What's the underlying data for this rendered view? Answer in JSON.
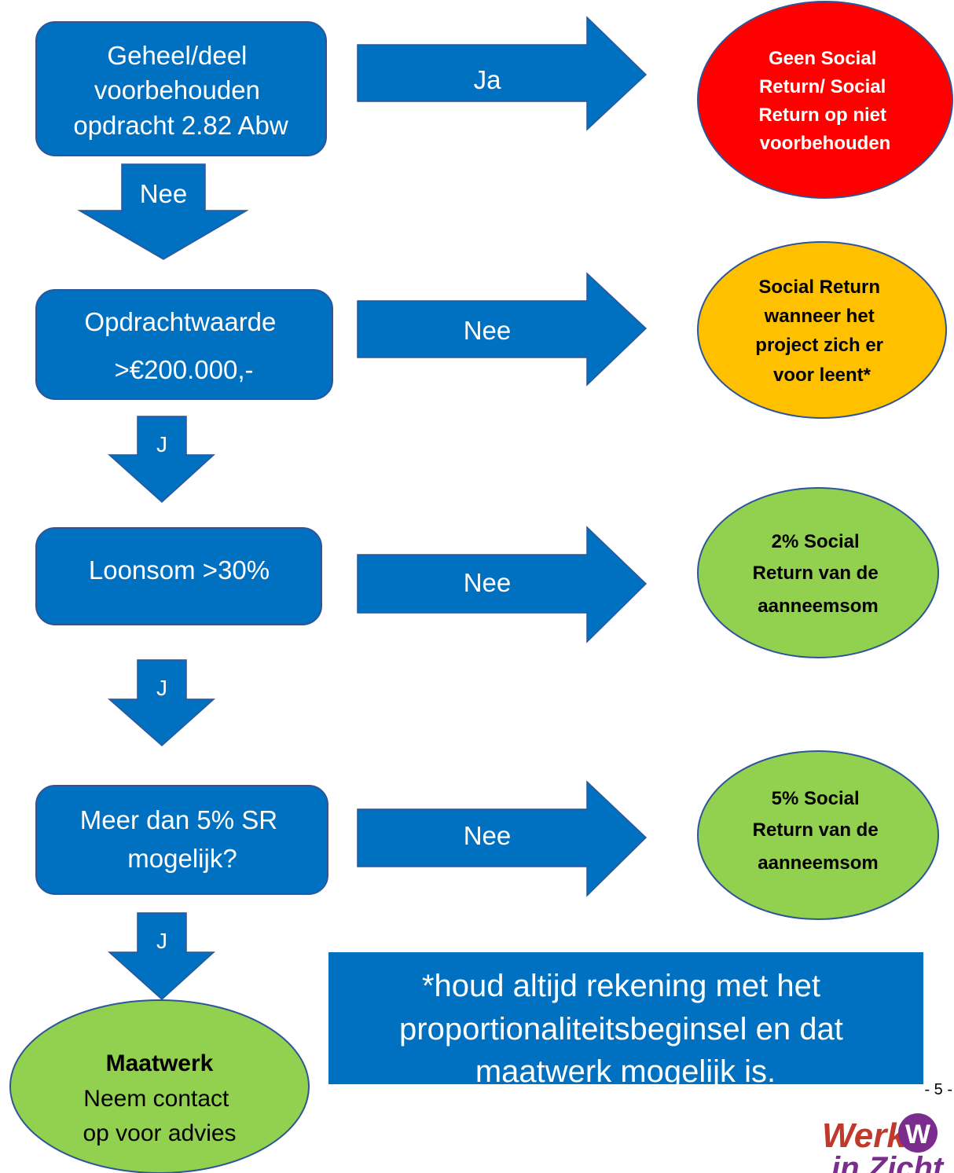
{
  "colors": {
    "blue": "#0070C0",
    "blue_border": "#2E5597",
    "red": "#FF0000",
    "orange": "#FFC000",
    "green": "#92D050",
    "ellipse_border": "#2E5597",
    "white_text": "#FFFFFF",
    "red_text": "#FFFFFF",
    "dark_text": "#000000",
    "logo_red": "#C0392B",
    "logo_purple": "#7B2D8E"
  },
  "steps": [
    {
      "id": "reserved",
      "box_lines": [
        "Geheel/deel",
        "voorbehouden",
        "opdracht 2.82 Abw"
      ],
      "right_arrow_label": "Ja",
      "outcome_lines": [
        "Geen Social",
        "Return/ Social",
        "Return op niet",
        "voorbehouden"
      ],
      "outcome_color": "red",
      "down_arrow_label": "Nee"
    },
    {
      "id": "value",
      "box_lines": [
        "Opdrachtwaarde",
        ">€200.000,-"
      ],
      "right_arrow_label": "Nee",
      "outcome_lines": [
        "Social Return",
        "wanneer het",
        "project zich er",
        "voor leent*"
      ],
      "outcome_color": "orange",
      "down_arrow_label": "J"
    },
    {
      "id": "wages",
      "box_lines": [
        "Loonsom >30%"
      ],
      "right_arrow_label": "Nee",
      "outcome_lines": [
        "2% Social",
        "Return van de",
        "aanneemsom"
      ],
      "outcome_color": "green",
      "down_arrow_label": "J"
    },
    {
      "id": "more-than-5",
      "box_lines": [
        "Meer dan 5% SR",
        "mogelijk?"
      ],
      "right_arrow_label": "Nee",
      "outcome_lines": [
        "5% Social",
        "Return van de",
        "aanneemsom"
      ],
      "outcome_color": "green",
      "down_arrow_label": "J"
    }
  ],
  "final": {
    "title": "Maatwerk",
    "lines": [
      "Neem contact",
      "op voor advies"
    ]
  },
  "note_lines": [
    "*houd altijd rekening met het",
    "proportionaliteitsbeginsel en dat",
    "maatwerk mogelijk is."
  ],
  "page_number": "- 5 -",
  "logo": {
    "word1": "Werk",
    "word2": "in Zicht"
  },
  "icons": {
    "logo": "werk-in-zicht-logo-icon"
  }
}
